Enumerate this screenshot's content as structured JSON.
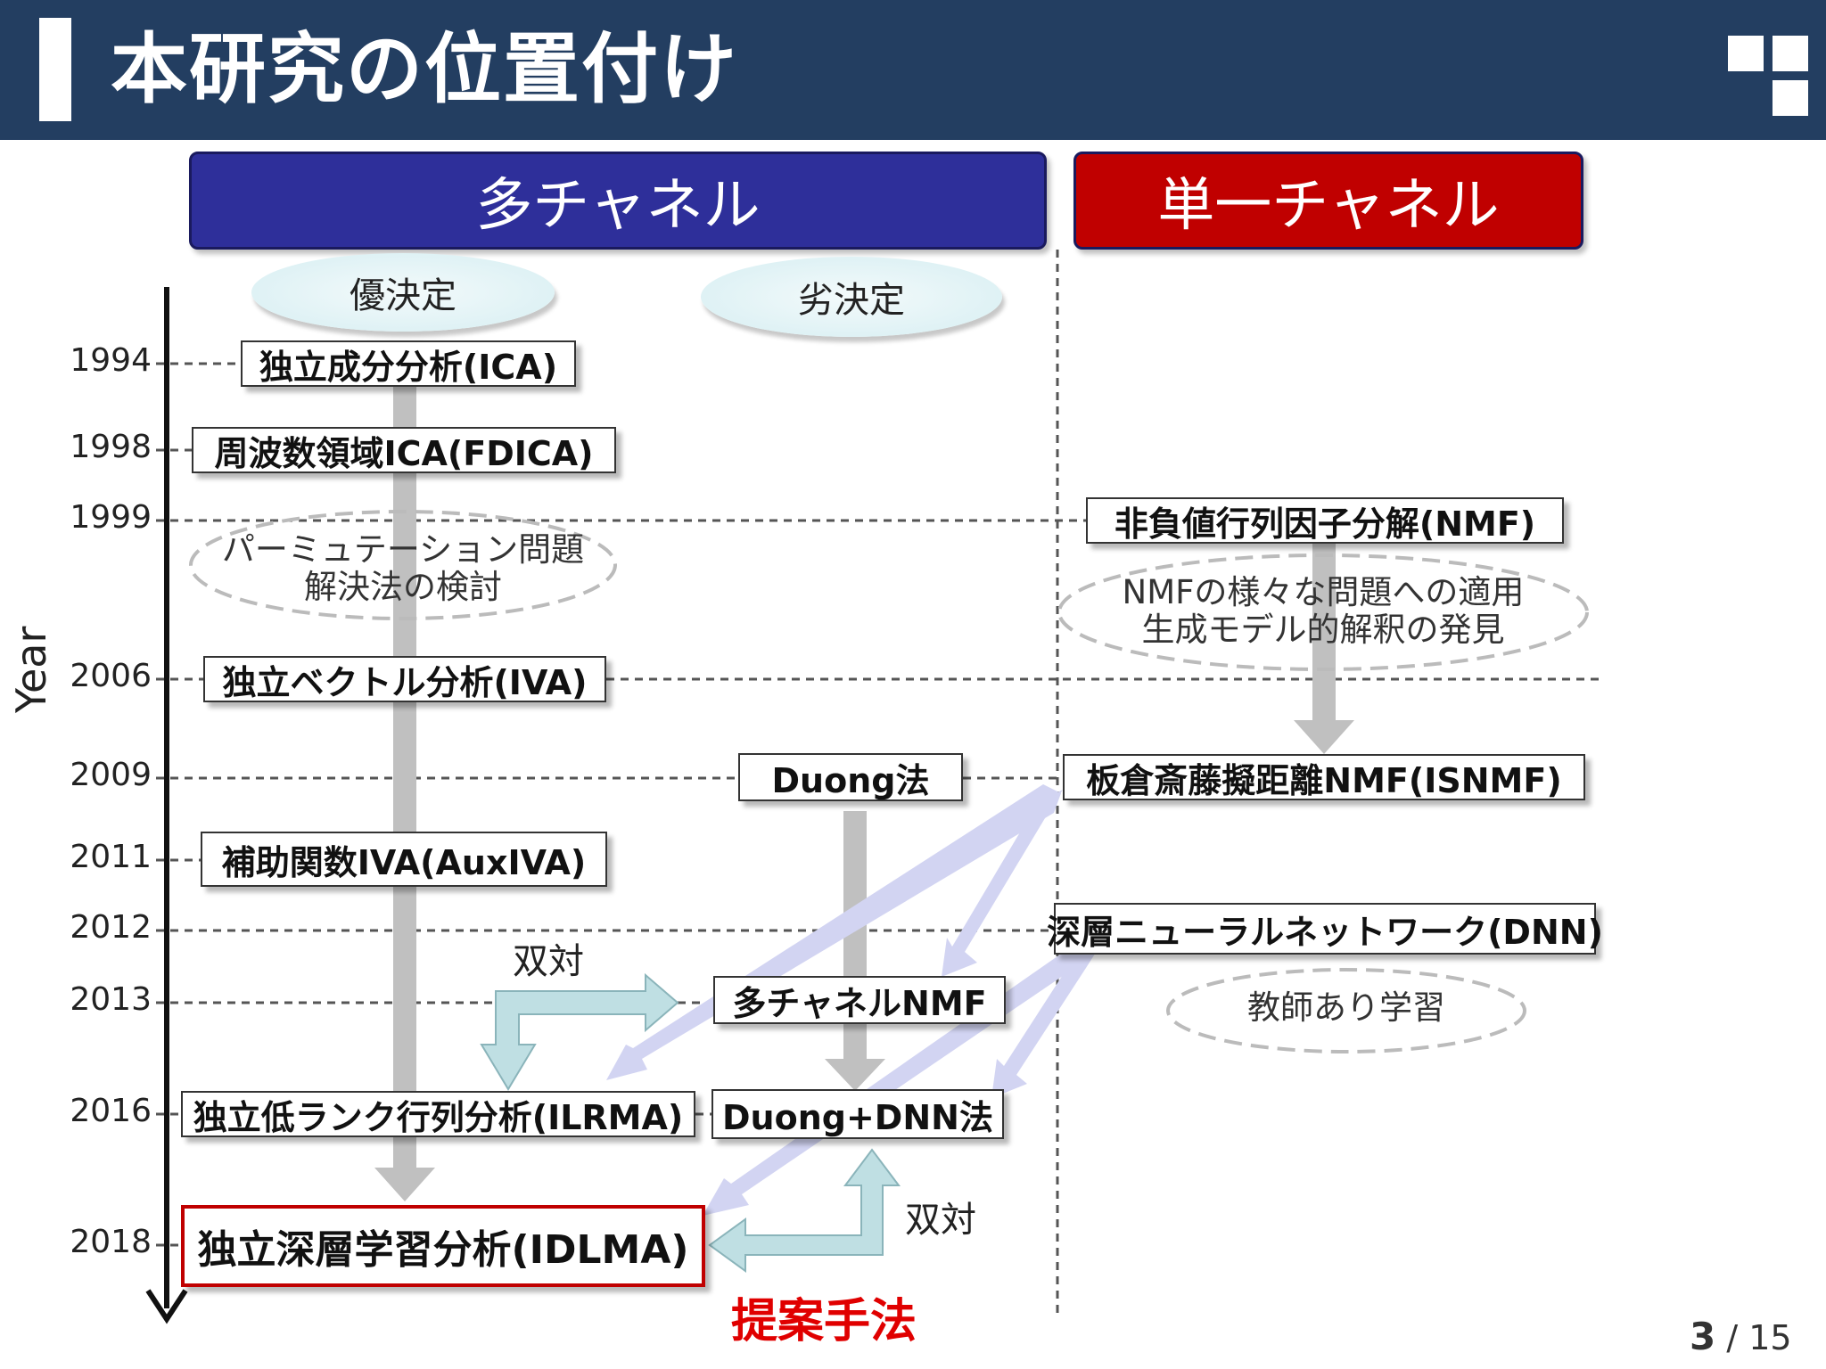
{
  "slide": {
    "title": "本研究の位置付け",
    "page_current": "3",
    "page_sep": "/",
    "page_total": "15"
  },
  "headers": {
    "multi_channel": "多チャネル",
    "single_channel": "単一チャネル"
  },
  "categories": {
    "overdetermined": "優決定",
    "underdetermined": "劣決定"
  },
  "axis": {
    "label": "Year"
  },
  "years": [
    "1994",
    "1998",
    "1999",
    "2006",
    "2009",
    "2011",
    "2012",
    "2013",
    "2016",
    "2018"
  ],
  "methods": {
    "ica": "独立成分分析(ICA)",
    "fdica": "周波数領域ICA(FDICA)",
    "nmf": "非負値行列因子分解(NMF)",
    "iva": "独立ベクトル分析(IVA)",
    "duong": "Duong法",
    "isnmf": "板倉斎藤擬距離NMF(ISNMF)",
    "auxiva": "補助関数IVA(AuxIVA)",
    "dnn": "深層ニューラルネットワーク(DNN)",
    "mnmf": "多チャネルNMF",
    "ilrma": "独立低ランク行列分析(ILRMA)",
    "duong_dnn": "Duong+DNN法",
    "idlma": "独立深層学習分析(IDLMA)"
  },
  "notes": {
    "permutation_line1": "パーミュテーション問題",
    "permutation_line2": "解決法の検討",
    "nmf_line1": "NMFの様々な問題への適用",
    "nmf_line2": "生成モデル的解釈の発見",
    "supervised": "教師あり学習",
    "dual_1": "双対",
    "dual_2": "双対",
    "proposed": "提案手法"
  },
  "colors": {
    "title_bar": "#233e61",
    "multi_header": "#2e2f9a",
    "single_header": "#c00000",
    "flow_arrow": "#c0c0c0",
    "cross_arrow": "#d2d4f2",
    "dual_arrow": "#bfdfe3",
    "proposed": "#e00000"
  }
}
